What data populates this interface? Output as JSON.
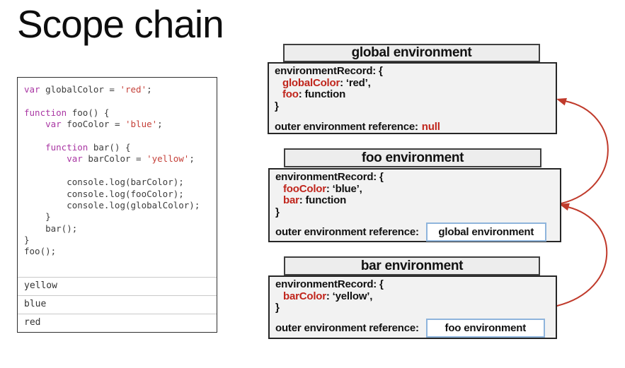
{
  "title": "Scope chain",
  "code": {
    "lines": [
      [
        [
          "kw",
          "var"
        ],
        [
          "pl",
          " globalColor = "
        ],
        [
          "st",
          "'red'"
        ],
        [
          "pl",
          ";"
        ]
      ],
      [],
      [
        [
          "kw",
          "function"
        ],
        [
          "pl",
          " foo() {"
        ]
      ],
      [
        [
          "pl",
          "    "
        ],
        [
          "kw",
          "var"
        ],
        [
          "pl",
          " fooColor = "
        ],
        [
          "st",
          "'blue'"
        ],
        [
          "pl",
          ";"
        ]
      ],
      [],
      [
        [
          "pl",
          "    "
        ],
        [
          "kw",
          "function"
        ],
        [
          "pl",
          " bar() {"
        ]
      ],
      [
        [
          "pl",
          "        "
        ],
        [
          "kw",
          "var"
        ],
        [
          "pl",
          " barColor = "
        ],
        [
          "st",
          "'yellow'"
        ],
        [
          "pl",
          ";"
        ]
      ],
      [],
      [
        [
          "pl",
          "        console.log(barColor);"
        ]
      ],
      [
        [
          "pl",
          "        console.log(fooColor);"
        ]
      ],
      [
        [
          "pl",
          "        console.log(globalColor);"
        ]
      ],
      [
        [
          "pl",
          "    }"
        ]
      ],
      [
        [
          "pl",
          "    bar();"
        ]
      ],
      [
        [
          "pl",
          "}"
        ]
      ],
      [
        [
          "pl",
          "foo();"
        ]
      ]
    ],
    "outputs": [
      "yellow",
      "blue",
      "red"
    ]
  },
  "environments": {
    "global": {
      "title": "global environment",
      "record_open": "environmentRecord: {",
      "entry1_key": "globalColor",
      "entry1_rest": ": ‘red’,",
      "entry2_key": "foo",
      "entry2_rest": ": function",
      "record_close": "}",
      "outer_label": "outer environment reference:",
      "outer_value": "null"
    },
    "foo": {
      "title": "foo environment",
      "record_open": "environmentRecord: {",
      "entry1_key": "fooColor",
      "entry1_rest": ": ‘blue’,",
      "entry2_key": "bar",
      "entry2_rest": ": function",
      "record_close": "}",
      "outer_label": "outer environment reference:",
      "outer_ref": "global environment"
    },
    "bar": {
      "title": "bar environment",
      "record_open": "environmentRecord: {",
      "entry1_key": "barColor",
      "entry1_rest": ": ‘yellow’,",
      "record_close": "}",
      "outer_label": "outer environment reference:",
      "outer_ref": "foo environment"
    }
  },
  "colors": {
    "emphasis_red": "#c0251c",
    "arrow_red": "#c03a2b",
    "keyword_purple": "#a936a3",
    "string_red": "#c5413a",
    "env_box_bg": "#f2f2f2",
    "env_header_bg": "#ededed",
    "ref_box_border": "#8eb4dc"
  }
}
